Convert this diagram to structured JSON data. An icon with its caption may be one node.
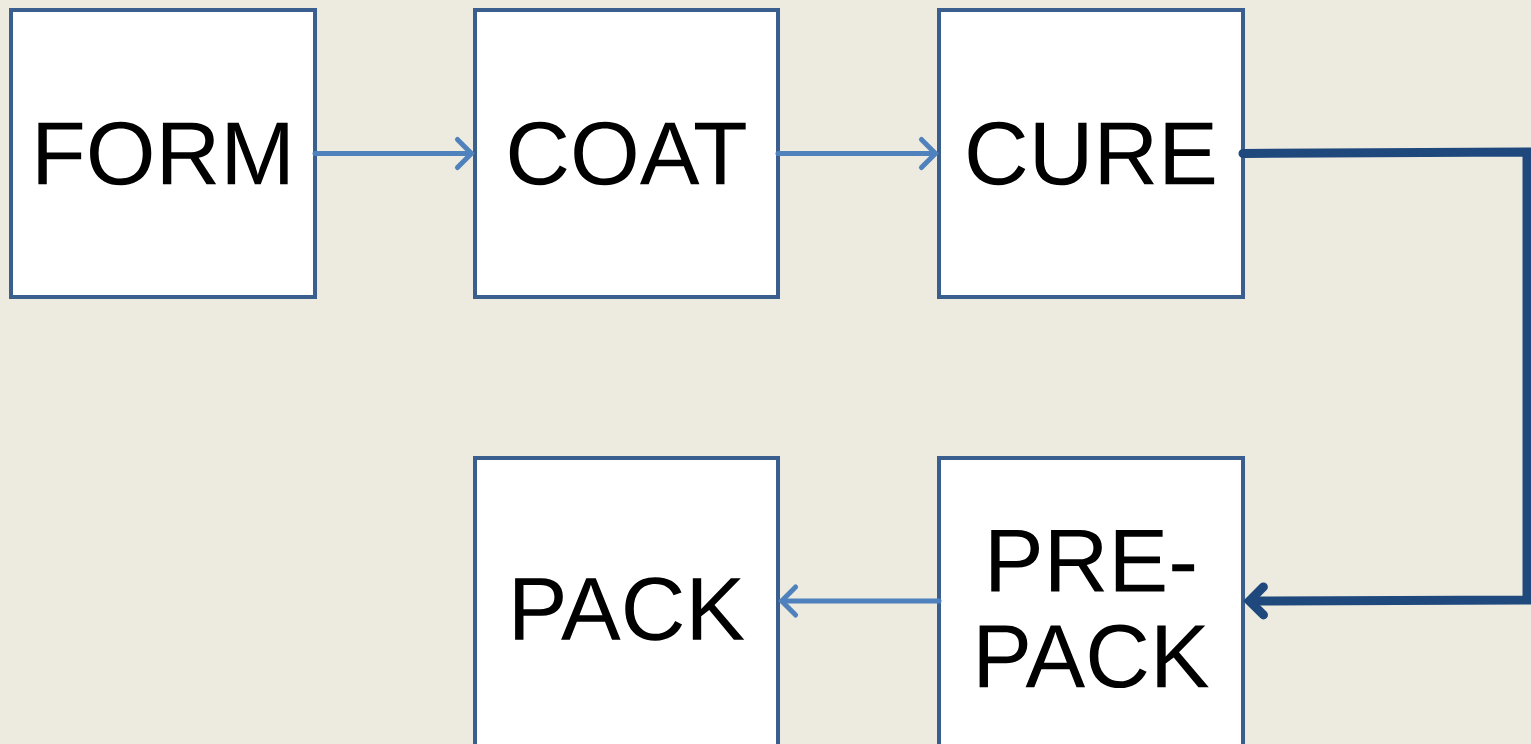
{
  "diagram": {
    "nodes": [
      {
        "text": [
          "FORM"
        ]
      },
      {
        "text": [
          "COAT"
        ]
      },
      {
        "text": [
          "CURE"
        ]
      },
      {
        "text": [
          "PACK"
        ]
      },
      {
        "text": [
          "PRE-PACK"
        ]
      }
    ],
    "edges": [
      {
        "from": 0,
        "to": 1,
        "arrow": "to"
      },
      {
        "from": 1,
        "to": 2,
        "arrow": "to"
      },
      {
        "from": 2,
        "to": 4,
        "arrow": "to",
        "style": "thick",
        "color": "#1f497d"
      },
      {
        "from": 4,
        "to": 3,
        "arrow": "to"
      }
    ]
  }
}
